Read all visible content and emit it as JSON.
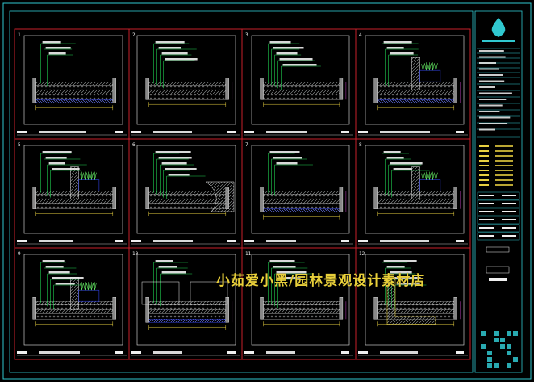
{
  "drawing": {
    "watermark": "小茹爱小黑/园林景观设计素材店",
    "panels": [
      {
        "num": "1"
      },
      {
        "num": "2"
      },
      {
        "num": "3"
      },
      {
        "num": "4"
      },
      {
        "num": "5"
      },
      {
        "num": "6"
      },
      {
        "num": "7"
      },
      {
        "num": "8"
      },
      {
        "num": "9"
      },
      {
        "num": "10"
      },
      {
        "num": "11"
      },
      {
        "num": "12"
      }
    ],
    "colors": {
      "background": "#000000",
      "panel_border": "#c8202a",
      "detail_border": "#e8e8e8",
      "green": "#20d050",
      "yellow": "#e8d040",
      "cyan": "#30c8d0",
      "blue": "#3040e0",
      "magenta": "#c040c0",
      "white": "#f0f0f0"
    }
  }
}
